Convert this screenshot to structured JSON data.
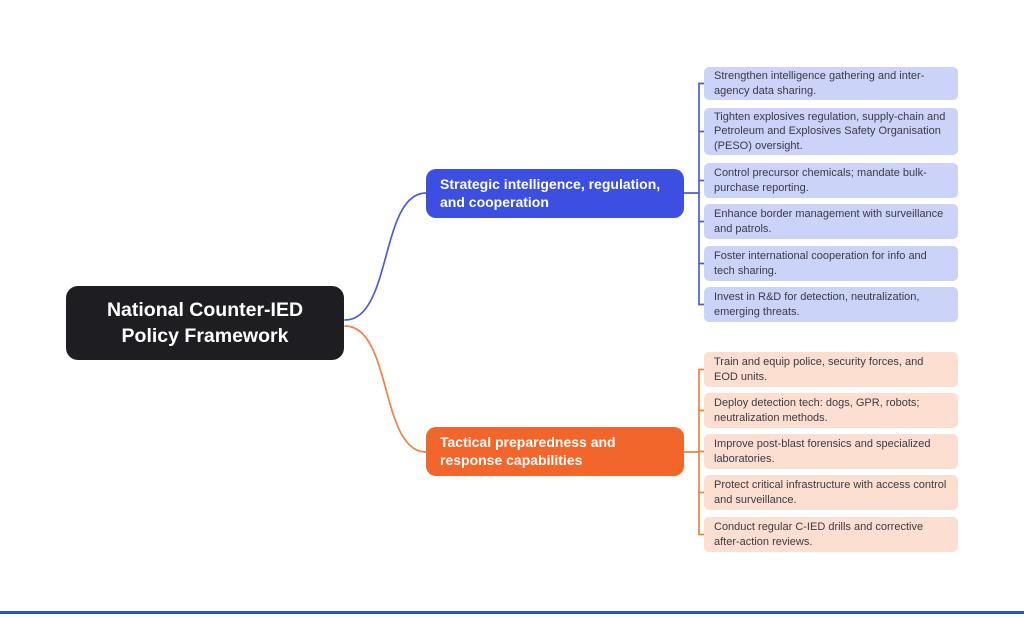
{
  "root": {
    "label": "National Counter-IED Policy Framework"
  },
  "colors": {
    "canvas_bg": "#ffffff",
    "root_bg": "#1e1e22",
    "root_text": "#ffffff",
    "branch1_bg": "#3c4fe0",
    "branch2_bg": "#f3662b",
    "branch_text": "#ffffff",
    "leaf1_bg": "#ccd3f8",
    "leaf2_bg": "#fcdfd0",
    "leaf_text": "#3a3a44",
    "connector1": "#4d5dd0",
    "connector2": "#f0813f",
    "footer_line": "#2d50d8"
  },
  "branches": [
    {
      "label": "Strategic intelligence, regulation, and cooperation",
      "children": [
        "Strengthen intelligence gathering and inter-agency data sharing.",
        "Tighten explosives regulation, supply-chain and Petroleum and Explosives Safety Organisation (PESO) oversight.",
        "Control precursor chemicals; mandate bulk-purchase reporting.",
        "Enhance border management with surveillance and patrols.",
        "Foster international cooperation for info and tech sharing.",
        "Invest in R&D for detection, neutralization, emerging threats."
      ]
    },
    {
      "label": "Tactical preparedness and response capabilities",
      "children": [
        "Train and equip police, security forces, and EOD units.",
        "Deploy detection tech: dogs, GPR, robots; neutralization methods.",
        "Improve post-blast forensics and specialized laboratories.",
        "Protect critical infrastructure with access control and surveillance.",
        "Conduct regular C-IED drills and corrective after-action reviews."
      ]
    }
  ]
}
